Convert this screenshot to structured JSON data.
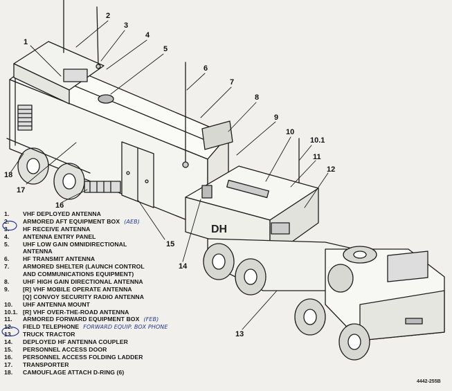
{
  "callouts": [
    {
      "id": "c1",
      "text": "1"
    },
    {
      "id": "c2",
      "text": "2"
    },
    {
      "id": "c3",
      "text": "3"
    },
    {
      "id": "c4",
      "text": "4"
    },
    {
      "id": "c5",
      "text": "5"
    },
    {
      "id": "c6",
      "text": "6"
    },
    {
      "id": "c7",
      "text": "7"
    },
    {
      "id": "c8",
      "text": "8"
    },
    {
      "id": "c9",
      "text": "9"
    },
    {
      "id": "c10",
      "text": "10"
    },
    {
      "id": "c10_1",
      "text": "10.1"
    },
    {
      "id": "c11",
      "text": "11"
    },
    {
      "id": "c12",
      "text": "12"
    },
    {
      "id": "c13",
      "text": "13"
    },
    {
      "id": "c14",
      "text": "14"
    },
    {
      "id": "c15",
      "text": "15"
    },
    {
      "id": "c16",
      "text": "16"
    },
    {
      "id": "c17",
      "text": "17"
    },
    {
      "id": "c18",
      "text": "18"
    }
  ],
  "legend": [
    {
      "num": "1.",
      "text": "VHF DEPLOYED ANTENNA",
      "note": ""
    },
    {
      "num": "2.",
      "text": "ARMORED AFT EQUIPMENT BOX",
      "note": "(AEB)"
    },
    {
      "num": "3.",
      "text": "HF RECEIVE ANTENNA",
      "note": ""
    },
    {
      "num": "4.",
      "text": "ANTENNA ENTRY PANEL",
      "note": ""
    },
    {
      "num": "5.",
      "text": "UHF LOW GAIN OMNIDIRECTIONAL",
      "note": ""
    },
    {
      "num": "",
      "text": "ANTENNA",
      "note": ""
    },
    {
      "num": "6.",
      "text": "HF TRANSMIT ANTENNA",
      "note": ""
    },
    {
      "num": "7.",
      "text": "ARMORED SHELTER (LAUNCH CONTROL",
      "note": ""
    },
    {
      "num": "",
      "text": "AND COMMUNICATIONS EQUIPMENT)",
      "note": ""
    },
    {
      "num": "8.",
      "text": "UHF HIGH GAIN DIRECTIONAL ANTENNA",
      "note": ""
    },
    {
      "num": "9.",
      "text": "[R] VHF MOBILE OPERATE ANTENNA",
      "note": ""
    },
    {
      "num": "",
      "text": "[Q] CONVOY SECURITY RADIO ANTENNA",
      "note": ""
    },
    {
      "num": "10.",
      "text": "UHF ANTENNA MOUNT",
      "note": ""
    },
    {
      "num": "10.1.",
      "text": "[R] VHF OVER-THE-ROAD ANTENNA",
      "note": ""
    },
    {
      "num": "11.",
      "text": "ARMORED FORWARD EQUIPMENT BOX",
      "note": "(FEB)"
    },
    {
      "num": "12.",
      "text": "FIELD TELEPHONE",
      "note": "FORWARD EQUIP. BOX PHONE"
    },
    {
      "num": "13.",
      "text": "TRUCK TRACTOR",
      "note": ""
    },
    {
      "num": "14.",
      "text": "DEPLOYED HF ANTENNA COUPLER",
      "note": ""
    },
    {
      "num": "15.",
      "text": "PERSONNEL ACCESS DOOR",
      "note": ""
    },
    {
      "num": "16.",
      "text": "PERSONNEL ACCESS FOLDING LADDER",
      "note": ""
    },
    {
      "num": "17.",
      "text": "TRANSPORTER",
      "note": ""
    },
    {
      "num": "18.",
      "text": "CAMOUFLAGE ATTACH D-RING (6)",
      "note": ""
    }
  ],
  "figure_id": "4442-255B",
  "colors": {
    "ink": "#151515",
    "pen": "#23378f",
    "paper": "#f1f0ec"
  }
}
